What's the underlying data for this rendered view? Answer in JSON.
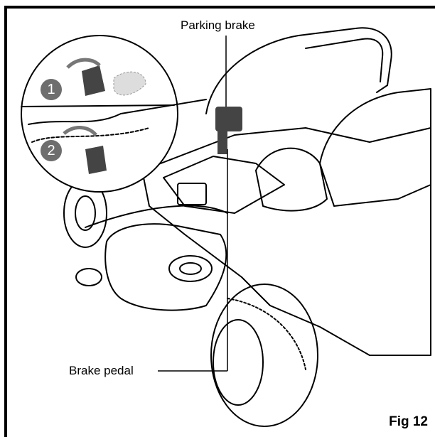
{
  "labels": {
    "parking_brake": "Parking brake",
    "brake_pedal": "Brake pedal",
    "figure": "Fig 12"
  },
  "steps": [
    "1",
    "2"
  ],
  "colors": {
    "line": "#000000",
    "step_badge": "#6e6e6e",
    "dark_part": "#444444"
  }
}
